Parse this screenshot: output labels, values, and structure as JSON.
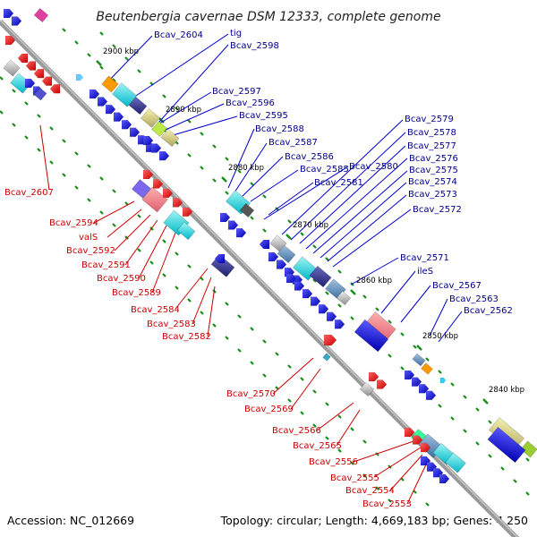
{
  "header": {
    "title": "Beutenbergia cavernae DSM 12333, complete genome"
  },
  "footer": {
    "accession": "Accession: NC_012669",
    "summary": "Topology: circular; Length: 4,669,183 bp; Genes: 4,250"
  },
  "scale_ticks": [
    "2900 kbp",
    "2890 kbp",
    "2880 kbp",
    "2870 kbp",
    "2860 kbp",
    "2850 kbp",
    "2840 kbp"
  ],
  "forward_labels": [
    "Bcav_2604",
    "tig",
    "Bcav_2598",
    "Bcav_2597",
    "Bcav_2596",
    "Bcav_2595",
    "Bcav_2588",
    "Bcav_2587",
    "Bcav_2586",
    "Bcav_2585",
    "Bcav_2580",
    "Bcav_2581",
    "Bcav_2579",
    "Bcav_2578",
    "Bcav_2577",
    "Bcav_2576",
    "Bcav_2575",
    "Bcav_2574",
    "Bcav_2573",
    "Bcav_2572",
    "Bcav_2571",
    "ileS",
    "Bcav_2567",
    "Bcav_2563",
    "Bcav_2562"
  ],
  "reverse_labels": [
    "Bcav_2607",
    "Bcav_2594",
    "valS",
    "Bcav_2592",
    "Bcav_2591",
    "Bcav_2590",
    "Bcav_2589",
    "Bcav_2584",
    "Bcav_2583",
    "Bcav_2582",
    "Bcav_2570",
    "Bcav_2569",
    "Bcav_2566",
    "Bcav_2565",
    "Bcav_2556",
    "Bcav_2555",
    "Bcav_2554",
    "Bcav_2553"
  ],
  "colors": {
    "forward": "#0000cc",
    "reverse": "#cc0000",
    "backbone": "#999999",
    "gc_dots": "#1a8c1a"
  }
}
